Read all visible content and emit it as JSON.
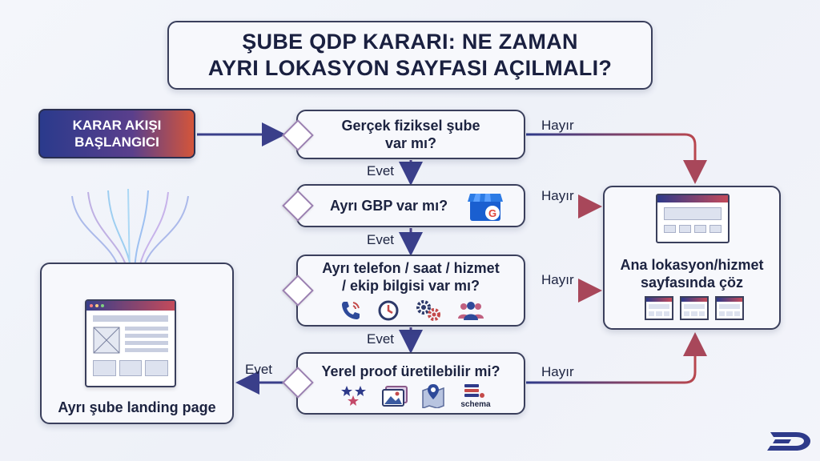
{
  "title": {
    "line1": "ŞUBE QDP KARARI: NE ZAMAN",
    "line2": "AYRI LOKASYON SAYFASI AÇILMALI?"
  },
  "start": {
    "line1": "KARAR AKIŞI",
    "line2": "BAŞLANGICI"
  },
  "questions": [
    {
      "line1": "Gerçek fiziksel şube",
      "line2": "var mı?"
    },
    {
      "line1": "Ayrı GBP var mı?"
    },
    {
      "line1": "Ayrı telefon / saat / hizmet",
      "line2": "/ ekip bilgisi var mı?"
    },
    {
      "line1": "Yerel proof üretilebilir mi?"
    }
  ],
  "edge_labels": {
    "yes": "Evet",
    "no": "Hayır"
  },
  "result_right": {
    "line1": "Ana lokasyon/hizmet",
    "line2": "sayfasında çöz"
  },
  "result_left": {
    "label": "Ayrı şube landing page"
  },
  "icons": {
    "q2": [
      "google-business-profile-icon"
    ],
    "q3": [
      "phone-icon",
      "clock-icon",
      "gears-icon",
      "team-icon"
    ],
    "q4": [
      "stars-icon",
      "photos-icon",
      "map-pin-icon",
      "schema-icon"
    ]
  },
  "schema_label": "schema",
  "colors": {
    "accent_blue": "#2a3a8c",
    "accent_red": "#c44a4a",
    "border": "#3a3f5c"
  }
}
